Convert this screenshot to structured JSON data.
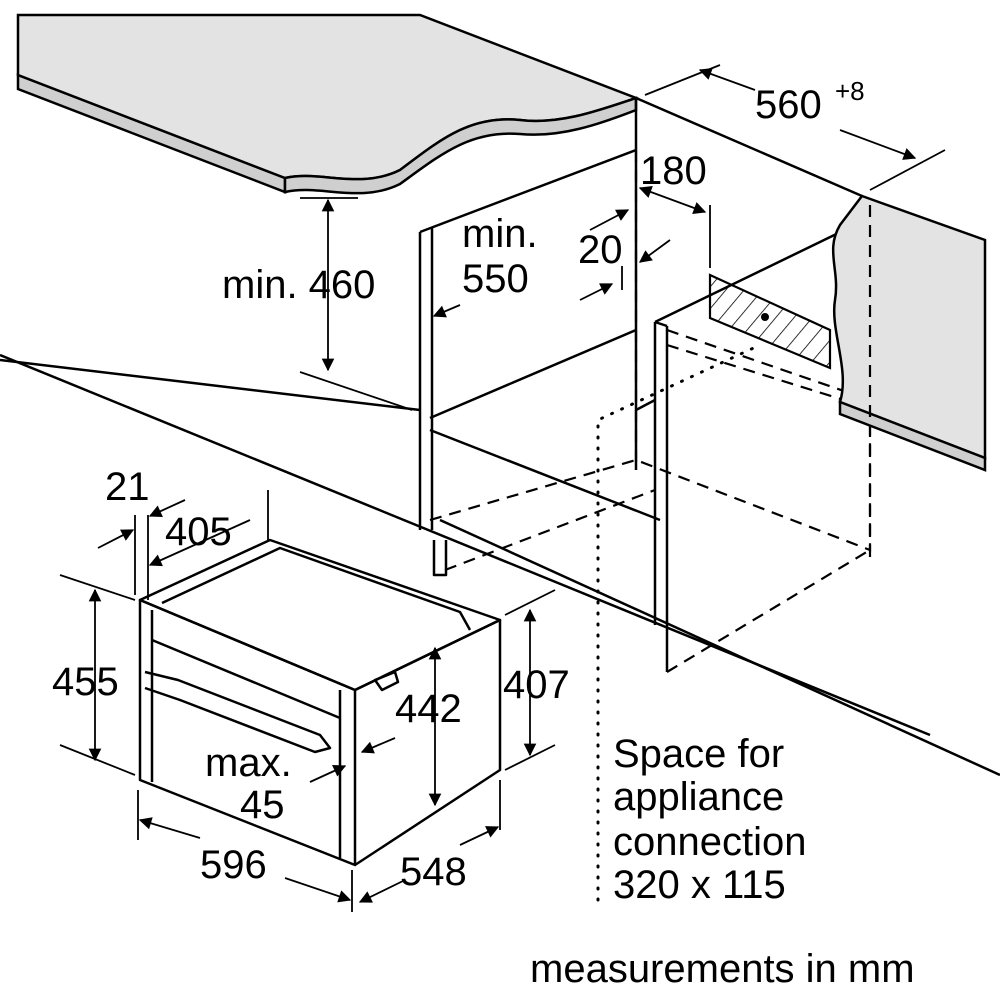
{
  "dimensions": {
    "niche_width": "560",
    "niche_width_tolerance": "+8",
    "connection_offset": "180",
    "min_depth_label": "min.",
    "min_depth_value": "550",
    "rear_gap": "20",
    "min_height": "min. 460",
    "front_protrusion": "21",
    "oven_depth_top": "405",
    "oven_front_height": "455",
    "oven_body_height": "442",
    "oven_side_height": "407",
    "handle_label": "max.",
    "handle_value": "45",
    "oven_width": "596",
    "oven_depth": "548"
  },
  "connection_note": {
    "line1": "Space for",
    "line2": "appliance",
    "line3": "connection",
    "line4": "320 x 115"
  },
  "units_note": "measurements in mm",
  "colors": {
    "worktop": "#e3e3e3",
    "worktop_edge": "#cfcfcf",
    "lines": "#000000"
  }
}
